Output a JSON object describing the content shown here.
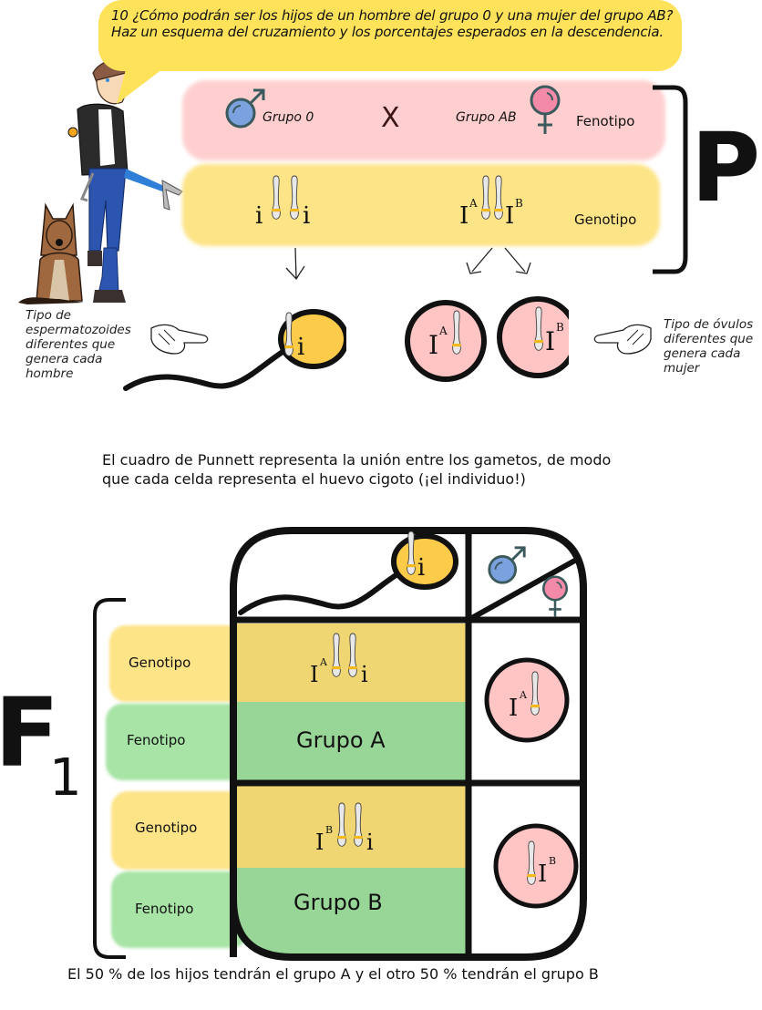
{
  "question": {
    "number": "10",
    "text": "10 ¿Cómo podrán ser los hijos de un hombre del grupo 0 y una mujer del grupo AB?Haz un esquema del cruzamiento y los porcentajes esperados en la descendencia."
  },
  "parents": {
    "label": "P",
    "phenotype_row": {
      "male": "Grupo 0",
      "cross": "X",
      "female": "Grupo AB",
      "row_label": "Fenotipo"
    },
    "genotype_row": {
      "male_alleles": [
        "i",
        "i"
      ],
      "female_alleles": [
        "I",
        "A",
        "I",
        "B"
      ],
      "row_label": "Genotipo"
    }
  },
  "gametes": {
    "sperm_note": "Tipo de espermatozoides diferentes que genera cada hombre",
    "sperm_note_lines": [
      "Tipo de",
      "espermatozoides",
      "diferentes que",
      "genera cada",
      "hombre"
    ],
    "sperm_allele": "i",
    "ovule_alleles": [
      {
        "base": "I",
        "sup": "A"
      },
      {
        "base": "I",
        "sup": "B"
      }
    ],
    "ovule_note_lines": [
      "Tipo de óvulos",
      "diferentes que",
      "genera cada",
      "mujer"
    ]
  },
  "punnett_intro": {
    "lines": [
      "El cuadro de Punnett representa la unión entre los gametos, de modo",
      "que cada celda representa el huevo cigoto (¡el individuo!)"
    ]
  },
  "offspring": {
    "label": "F",
    "label_sub": "1",
    "sperm_allele": "i",
    "rows": [
      {
        "genotype_label": "Genotipo",
        "phenotype_label": "Fenotipo",
        "genotype": {
          "base": "I",
          "sup": "A",
          "second": "i"
        },
        "phenotype": "Grupo A",
        "ovule": {
          "base": "I",
          "sup": "A"
        }
      },
      {
        "genotype_label": "Genotipo",
        "phenotype_label": "Fenotipo",
        "genotype": {
          "base": "I",
          "sup": "B",
          "second": "i"
        },
        "phenotype": "Grupo B",
        "ovule": {
          "base": "I",
          "sup": "B"
        }
      }
    ]
  },
  "conclusion": "El 50 % de los hijos tendrán el grupo A y el otro 50 % tendrán el grupo B",
  "colors": {
    "bubble": "#fde25a",
    "phenotype_band": "#ffcfcf",
    "genotype_band": "#fde487",
    "genotype_cell": "#efd673",
    "phenotype_cell": "#98d697",
    "male_symbol": "#7ba2df",
    "female_symbol": "#f28aa8",
    "ovule": "#ffc4c4",
    "sperm_head": "#fccb4a"
  }
}
